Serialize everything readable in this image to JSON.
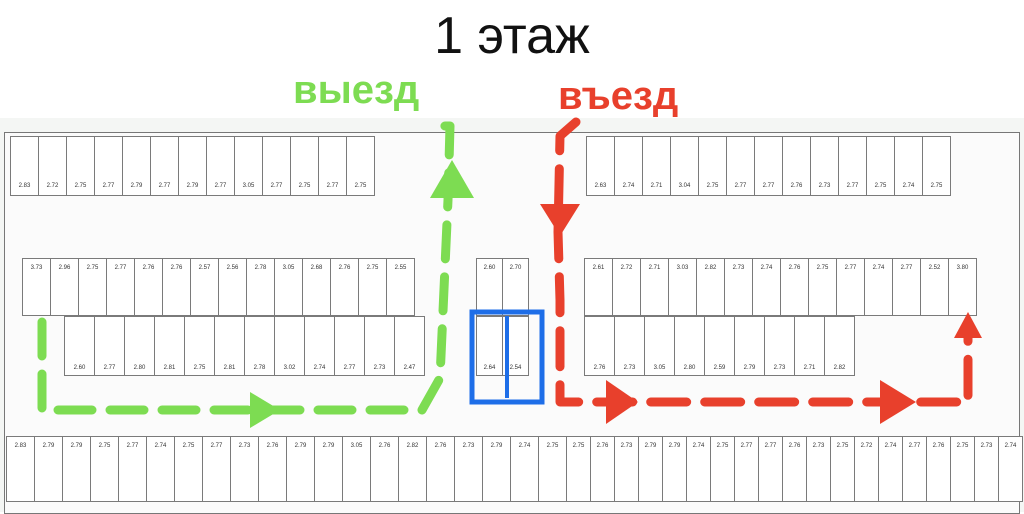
{
  "title": "1 этаж",
  "labels": {
    "exit": "выезд",
    "entry": "въезд"
  },
  "colors": {
    "exit": "#7ddc52",
    "entry": "#e8402c",
    "highlight": "#1e6ee8",
    "grid": "#7a7a7a"
  },
  "plan": {
    "row_top_widths": [
      "2.83",
      "2.72",
      "2.75",
      "2.77",
      "2.79",
      "2.77",
      "2.79",
      "2.77",
      "3.05",
      "2.77",
      "2.75",
      "2.77",
      "2.75"
    ],
    "row_top_right_widths": [
      "2.63",
      "2.74",
      "2.71",
      "3.04",
      "2.75",
      "2.77",
      "2.77",
      "2.76",
      "2.73",
      "2.77",
      "2.75",
      "2.74",
      "2.75"
    ],
    "row_mid_widths": [
      "3.73",
      "2.96",
      "2.75",
      "2.77",
      "2.76",
      "2.76",
      "2.57",
      "2.56",
      "2.78",
      "3.05",
      "2.68",
      "2.76",
      "2.75",
      "2.55"
    ],
    "row_mid_right_widths": [
      "2.61",
      "2.72",
      "2.71",
      "3.03",
      "2.82",
      "2.73",
      "2.74",
      "2.76",
      "2.75",
      "2.77",
      "2.74",
      "2.77",
      "2.52",
      "3.80"
    ],
    "row_low_widths": [
      "2.60",
      "2.77",
      "2.80",
      "2.81",
      "2.75",
      "2.81",
      "2.78",
      "3.02",
      "2.74",
      "2.77",
      "2.73",
      "2.47"
    ],
    "row_low_right_widths": [
      "2.76",
      "2.73",
      "3.05",
      "2.80",
      "2.59",
      "2.79",
      "2.73",
      "2.71",
      "2.82"
    ],
    "row_bottom_widths": [
      "2.83",
      "2.79",
      "2.79",
      "2.75",
      "2.77",
      "2.74",
      "2.75",
      "2.77",
      "2.73",
      "2.76",
      "2.79",
      "2.79",
      "3.05",
      "2.76",
      "2.82",
      "2.76",
      "2.73",
      "2.79",
      "2.74",
      "2.75"
    ],
    "row_bottom_right_widths": [
      "2.75",
      "2.76",
      "2.73",
      "2.79",
      "2.79",
      "2.74",
      "2.75",
      "2.77",
      "2.77",
      "2.76",
      "2.73",
      "2.75",
      "2.72",
      "2.74",
      "2.77",
      "2.76",
      "2.75",
      "2.73",
      "2.74"
    ],
    "center_top": [
      "2.60",
      "2.70"
    ],
    "center_low": [
      "2.64",
      "2.54"
    ]
  }
}
